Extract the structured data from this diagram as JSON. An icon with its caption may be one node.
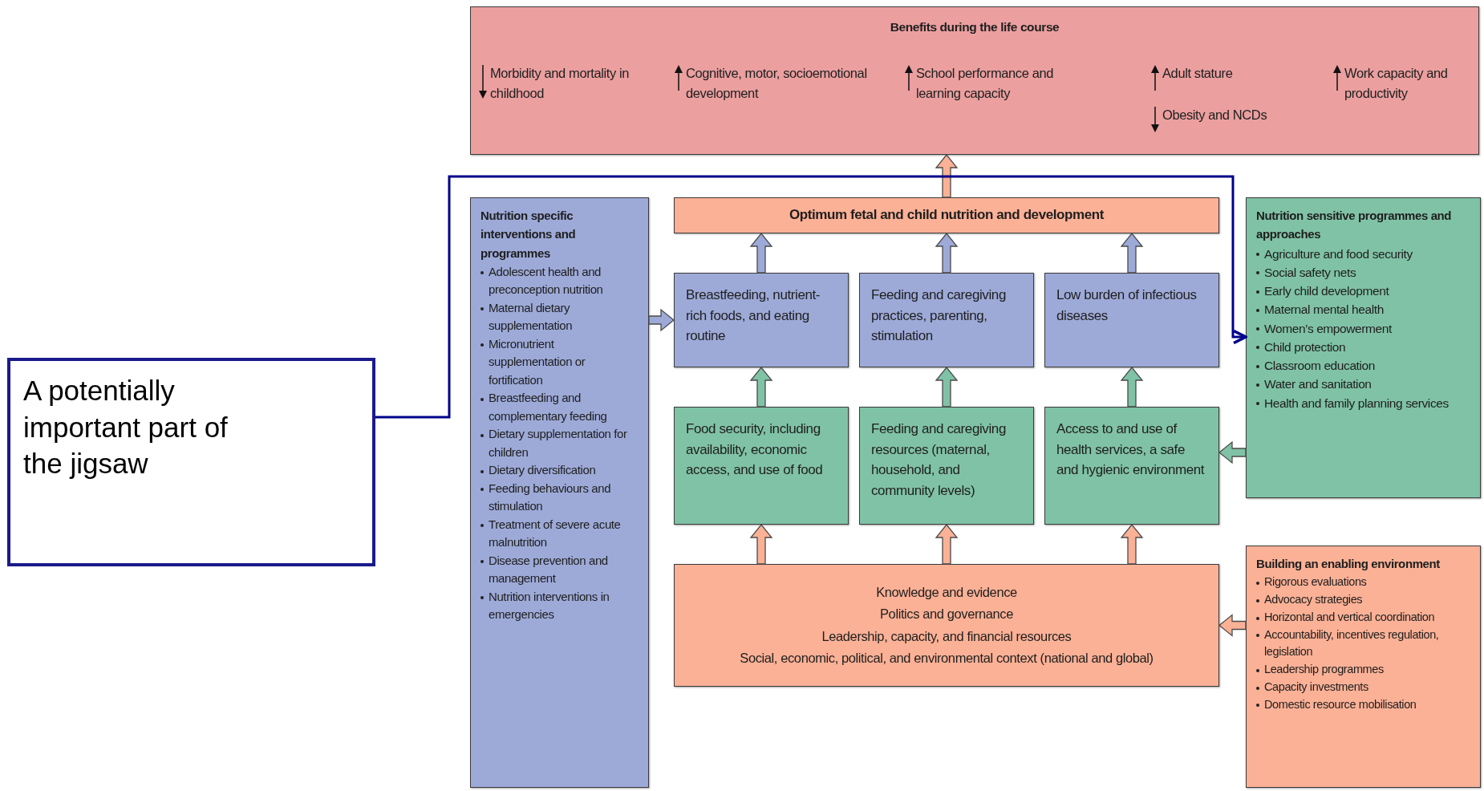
{
  "diagram": {
    "nodes": [
      {
        "text": [
          "Benefits during the life course",
          "Morbidity and mortality in childhood",
          "Cognitive, motor, socioemotional development",
          "School performance and learning capacity",
          "Adult stature",
          "Obesity and NCDs",
          "Work capacity and productivity"
        ]
      },
      {
        "text": [
          "Nutrition specific interventions and programmes",
          "Adolescent health and preconception nutrition",
          "Maternal dietary supplementation",
          "Micronutrient supplementation or fortification",
          "Breastfeeding and complementary feeding",
          "Dietary supplementation for children",
          "Dietary diversification",
          "Feeding behaviours and stimulation",
          "Treatment of severe acute malnutrition",
          "Disease prevention and management",
          "Nutrition interventions in emergencies"
        ]
      },
      {
        "text": [
          "Optimum fetal and child nutrition and development"
        ]
      },
      {
        "text": [
          "Nutrition sensitive programmes and approaches",
          "Agriculture and food security",
          "Social safety nets",
          "Early child development",
          "Maternal mental health",
          "Women’s empowerment",
          "Child protection",
          "Classroom education",
          "Water and sanitation",
          "Health and family planning services"
        ]
      },
      {
        "text": [
          "Breastfeeding, nutrient-rich foods, and eating routine"
        ]
      },
      {
        "text": [
          "Feeding and caregiving practices, parenting, stimulation"
        ]
      },
      {
        "text": [
          "Low burden of infectious diseases"
        ]
      },
      {
        "text": [
          "A potentially important part of the jigsaw"
        ]
      },
      {
        "text": [
          "Food security, including availability, economic access, and use of food"
        ]
      },
      {
        "text": [
          "Feeding and caregiving resources (maternal, household, and community levels)"
        ]
      },
      {
        "text": [
          "Access to and use of health services, a safe and hygienic environment"
        ]
      },
      {
        "text": [
          "Knowledge and evidence",
          "Politics and governance",
          "Leadership, capacity, and financial resources",
          "Social, economic, political, and environmental context (national and global)"
        ]
      },
      {
        "text": [
          "Building an enabling environment",
          "Rigorous evaluations",
          "Advocacy strategies",
          "Horizontal and vertical coordination",
          "Accountability, incentives regulation, legislation",
          "Leadership programmes",
          "Capacity investments",
          "Domestic resource mobilisation"
        ]
      }
    ],
    "edges": [
      {
        "from": 2,
        "to": 0,
        "arrow": "to",
        "style": "thick",
        "color": "#fbb196"
      },
      {
        "from": 1,
        "to": 4,
        "arrow": "to",
        "style": "thick",
        "color": "#9daad8"
      },
      {
        "from": 4,
        "to": 2,
        "arrow": "to",
        "style": "thick",
        "color": "#9daad8"
      },
      {
        "from": 5,
        "to": 2,
        "arrow": "to",
        "style": "thick",
        "color": "#9daad8"
      },
      {
        "from": 6,
        "to": 2,
        "arrow": "to",
        "style": "thick",
        "color": "#9daad8"
      },
      {
        "from": 7,
        "to": 3,
        "arrow": "to",
        "color": "#00008b"
      },
      {
        "from": 8,
        "to": 4,
        "arrow": "to",
        "style": "thick",
        "color": "#80c2a6"
      },
      {
        "from": 9,
        "to": 5,
        "arrow": "to",
        "style": "thick",
        "color": "#80c2a6"
      },
      {
        "from": 10,
        "to": 6,
        "arrow": "to",
        "style": "thick",
        "color": "#80c2a6"
      },
      {
        "from": 3,
        "to": 10,
        "arrow": "to",
        "style": "thick",
        "color": "#80c2a6"
      },
      {
        "from": 11,
        "to": 8,
        "arrow": "to",
        "style": "thick",
        "color": "#fbb196"
      },
      {
        "from": 11,
        "to": 9,
        "arrow": "to",
        "style": "thick",
        "color": "#fbb196"
      },
      {
        "from": 11,
        "to": 10,
        "arrow": "to",
        "style": "thick",
        "color": "#fbb196"
      },
      {
        "from": 12,
        "to": 11,
        "arrow": "to",
        "style": "thick",
        "color": "#fbb196"
      }
    ]
  }
}
